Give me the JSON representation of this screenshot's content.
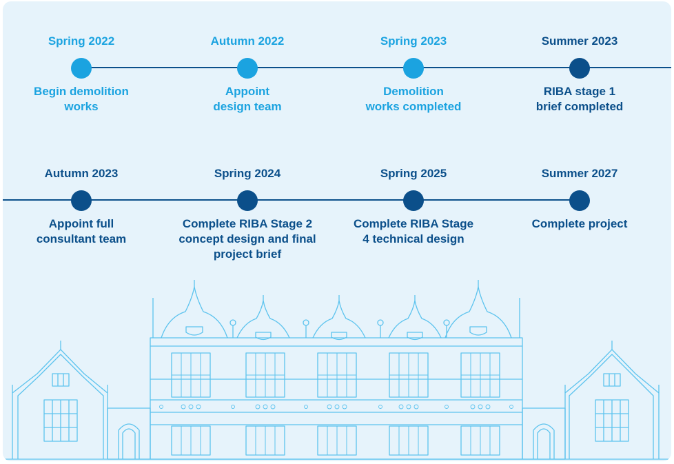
{
  "colors": {
    "background": "#e6f3fb",
    "light_blue": "#1ba3e0",
    "dark_blue": "#0b4f8a",
    "outline": "#5cc3ee"
  },
  "timeline": {
    "row1": [
      {
        "date": "Spring 2022",
        "description": "Begin demolition\nworks",
        "color": "light_blue"
      },
      {
        "date": "Autumn 2022",
        "description": "Appoint\ndesign team",
        "color": "light_blue"
      },
      {
        "date": "Spring 2023",
        "description": "Demolition\nworks completed",
        "color": "light_blue"
      },
      {
        "date": "Summer 2023",
        "description": "RIBA stage 1\nbrief completed",
        "color": "dark_blue"
      }
    ],
    "row2": [
      {
        "date": "Autumn 2023",
        "description": "Appoint full\nconsultant team",
        "color": "dark_blue"
      },
      {
        "date": "Spring 2024",
        "description": "Complete RIBA Stage 2\nconcept design and final\nproject brief",
        "color": "dark_blue"
      },
      {
        "date": "Spring 2025",
        "description": "Complete RIBA Stage\n4 technical design",
        "color": "dark_blue"
      },
      {
        "date": "Summer 2027",
        "description": "Complete project",
        "color": "dark_blue"
      }
    ]
  },
  "illustration": {
    "icon": "building-facade-outline-icon"
  }
}
